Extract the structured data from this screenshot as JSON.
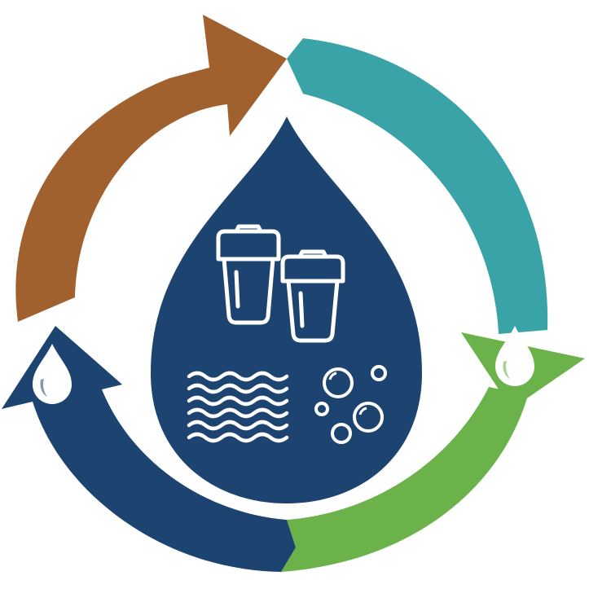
{
  "logo": {
    "icons": [
      "water-filter-cartridge-icon",
      "water-waves-icon",
      "bubbles-icon",
      "water-drop-icon"
    ]
  },
  "cycle": {
    "arrows": [
      {
        "name": "brown-arrow",
        "color": "#A0612F"
      },
      {
        "name": "teal-arrow",
        "color": "#3AA3A8"
      },
      {
        "name": "green-arrow",
        "color": "#6BB24A"
      },
      {
        "name": "navy-arrow",
        "color": "#1D4470"
      }
    ]
  },
  "colors": {
    "drop": "#1D4470",
    "icon_stroke": "#ffffff",
    "background": "#ffffff"
  }
}
